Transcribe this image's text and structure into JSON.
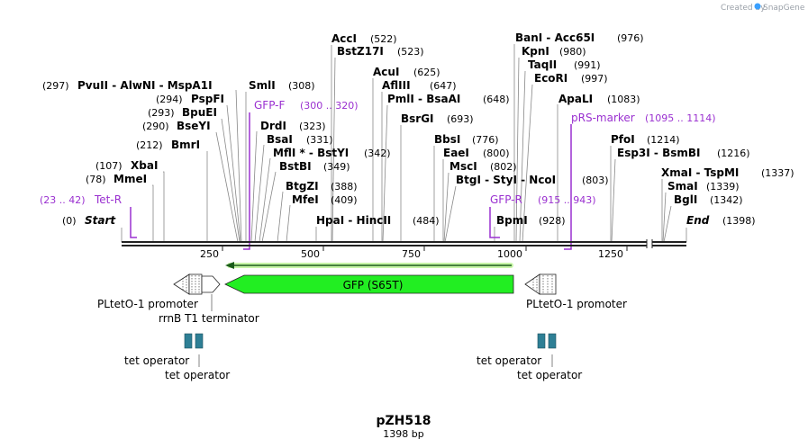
{
  "credit": "Created by",
  "brand": "SnapGene",
  "plasmid_name": "pZH518",
  "plasmid_length": "1398 bp",
  "sites": [
    {
      "label": "Start",
      "num": "(0)",
      "italic": true
    },
    {
      "label": "MmeI",
      "num": "(78)"
    },
    {
      "label": "XbaI",
      "num": "(107)"
    },
    {
      "label": "BmrI",
      "num": "(212)"
    },
    {
      "label": "BseYI",
      "num": "(290)"
    },
    {
      "label": "BpuEI",
      "num": "(293)"
    },
    {
      "label": "PspFI",
      "num": "(294)"
    },
    {
      "label": "PvuII - AlwNI - MspA1I",
      "num": "(297)"
    },
    {
      "label": "SmlI",
      "num": "(308)"
    },
    {
      "label": "DrdI",
      "num": "(323)"
    },
    {
      "label": "BsaI",
      "num": "(331)"
    },
    {
      "label": "MflI * - BstYI",
      "num": "(342)"
    },
    {
      "label": "BstBI",
      "num": "(349)"
    },
    {
      "label": "BtgZI",
      "num": "(388)"
    },
    {
      "label": "MfeI",
      "num": "(409)"
    },
    {
      "label": "HpaI - HincII",
      "num": "(484)"
    },
    {
      "label": "AccI",
      "num": "(522)"
    },
    {
      "label": "BstZ17I",
      "num": "(523)"
    },
    {
      "label": "AcuI",
      "num": "(625)"
    },
    {
      "label": "AflIII",
      "num": "(647)"
    },
    {
      "label": "PmlI - BsaAI",
      "num": "(648)"
    },
    {
      "label": "BsrGI",
      "num": "(693)"
    },
    {
      "label": "BbsI",
      "num": "(776)"
    },
    {
      "label": "EaeI",
      "num": "(800)"
    },
    {
      "label": "MscI",
      "num": "(802)"
    },
    {
      "label": "BtgI - StyI - NcoI",
      "num": "(803)"
    },
    {
      "label": "BpmI",
      "num": "(928)"
    },
    {
      "label": "BanI - Acc65I",
      "num": "(976)"
    },
    {
      "label": "KpnI",
      "num": "(980)"
    },
    {
      "label": "TaqII",
      "num": "(991)"
    },
    {
      "label": "EcoRI",
      "num": "(997)"
    },
    {
      "label": "ApaLI",
      "num": "(1083)"
    },
    {
      "label": "PfoI",
      "num": "(1214)"
    },
    {
      "label": "Esp3I - BsmBI",
      "num": "(1216)"
    },
    {
      "label": "XmaI - TspMI",
      "num": "(1337)"
    },
    {
      "label": "SmaI",
      "num": "(1339)"
    },
    {
      "label": "BglI",
      "num": "(1342)"
    },
    {
      "label": "End",
      "num": "(1398)",
      "italic": true
    }
  ],
  "primers": [
    {
      "label": "Tet-R",
      "range": "(23 .. 42)"
    },
    {
      "label": "GFP-F",
      "range": "(300 .. 320)"
    },
    {
      "label": "GFP-R",
      "range": "(915 .. 943)"
    },
    {
      "label": "pRS-marker",
      "range": "(1095 .. 1114)"
    }
  ],
  "ticks": [
    "250",
    "500",
    "750",
    "1000",
    "1250"
  ],
  "features": {
    "gfp": "GFP (S65T)",
    "promoter_left": "PLtetO-1 promoter",
    "terminator": "rrnB T1 terminator",
    "promoter_right": "PLtetO-1 promoter",
    "tet_operators": [
      "tet operator",
      "tet operator",
      "tet operator",
      "tet operator"
    ]
  },
  "colors": {
    "gfp_fill": "#22ee22",
    "primer": "#9a30d0",
    "operator": "#2e7f95",
    "backbone": "#222222"
  }
}
